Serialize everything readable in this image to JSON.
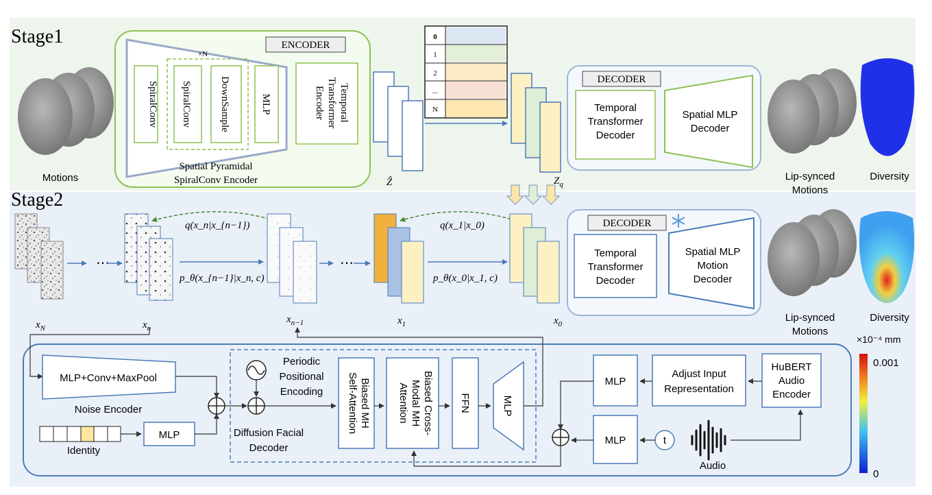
{
  "stage1": {
    "title": "Stage1",
    "motions_label": "Motions",
    "encoder_title": "ENCODER",
    "repeat_label": "×N",
    "blocks": [
      "SpiralConv",
      "SpiralConv",
      "DownSample",
      "MLP"
    ],
    "temporal_encoder": [
      "Temporal",
      "Transformer",
      "Encoder"
    ],
    "encoder_caption": [
      "Spatial Pyramidal",
      "SpiralConv Encoder"
    ],
    "z_hat": "Ẑ",
    "codebook": [
      "0",
      "1",
      "2",
      "...",
      "N"
    ],
    "z_q": "Z",
    "z_q_sub": "q",
    "decoder_title": "DECODER",
    "temporal_decoder": [
      "Temporal",
      "Transformer",
      "Decoder"
    ],
    "spatial_decoder": [
      "Spatial MLP",
      "Decoder"
    ],
    "output_label": [
      "Lip-synced",
      "Motions"
    ],
    "diversity_label": "Diversity"
  },
  "stage2": {
    "title": "Stage2",
    "x_N": "x",
    "x_N_sub": "N",
    "x_n": "x",
    "x_n_sub": "n",
    "x_n1": "x",
    "x_n1_sub": "n−1",
    "x_1": "x",
    "x_1_sub": "1",
    "x_0": "x",
    "x_0_sub": "0",
    "q_label_1": "q(x_n|x_{n−1})",
    "p_label_1": "p_θ(x_{n−1}|x_n, c)",
    "q_label_2": "q(x_1|x_0)",
    "p_label_2": "p_θ(x_0|x_1, c)",
    "ellipsis": "⋯",
    "decoder_title": "DECODER",
    "temporal_decoder": [
      "Temporal",
      "Transformer",
      "Decoder"
    ],
    "spatial_decoder": [
      "Spatial MLP",
      "Motion",
      "Decoder"
    ],
    "output_label": [
      "Lip-synced",
      "Motions"
    ],
    "diversity_label": "Diversity",
    "colorbar_unit": "×10⁻⁴ mm",
    "colorbar_max": "0.001",
    "colorbar_min": "0"
  },
  "decoder_detail": {
    "noise_block": "MLP+Conv+MaxPool",
    "noise_caption": "Noise Encoder",
    "identity_label": "Identity",
    "identity_mlp": "MLP",
    "ppe": [
      "Periodic",
      "Positional",
      "Encoding"
    ],
    "diffusion_caption": [
      "Diffusion Facial",
      "Decoder"
    ],
    "self_attn": [
      "Biased MH",
      "Self-Attention"
    ],
    "cross_attn": [
      "Biased Cross-",
      "Modal MH",
      "Attention"
    ],
    "ffn": "FFN",
    "mlp_out": "MLP",
    "mlp_top": "MLP",
    "adjust": [
      "Adjust Input",
      "Representation"
    ],
    "hubert": [
      "HuBERT",
      "Audio",
      "Encoder"
    ],
    "mlp_bottom": "MLP",
    "timestep": "t",
    "audio_label": "Audio"
  },
  "colors": {
    "line_blue": "#4a7bb7",
    "green_border": "#8cc152",
    "stage1_bg": "#eef5ec",
    "stage2_bg": "#eaf0f8",
    "codebook_rows": [
      "#dce6f2",
      "#e4efd9",
      "#fcebc4",
      "#f8e0d5",
      "#fde6b0"
    ]
  }
}
